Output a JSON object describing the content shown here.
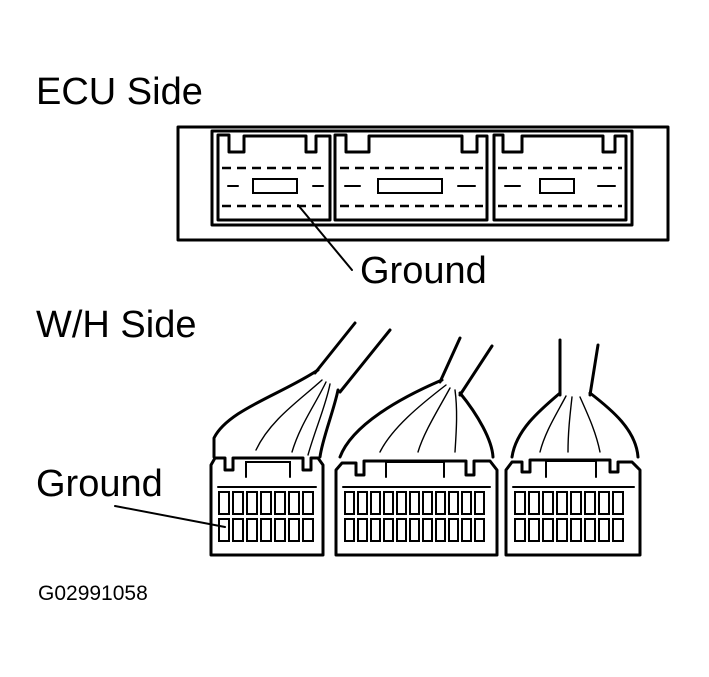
{
  "labels": {
    "ecu_side": "ECU Side",
    "ecu_ground": "Ground",
    "wh_side": "W/H Side",
    "wh_ground": "Ground",
    "figure_code": "G02991058"
  }
}
